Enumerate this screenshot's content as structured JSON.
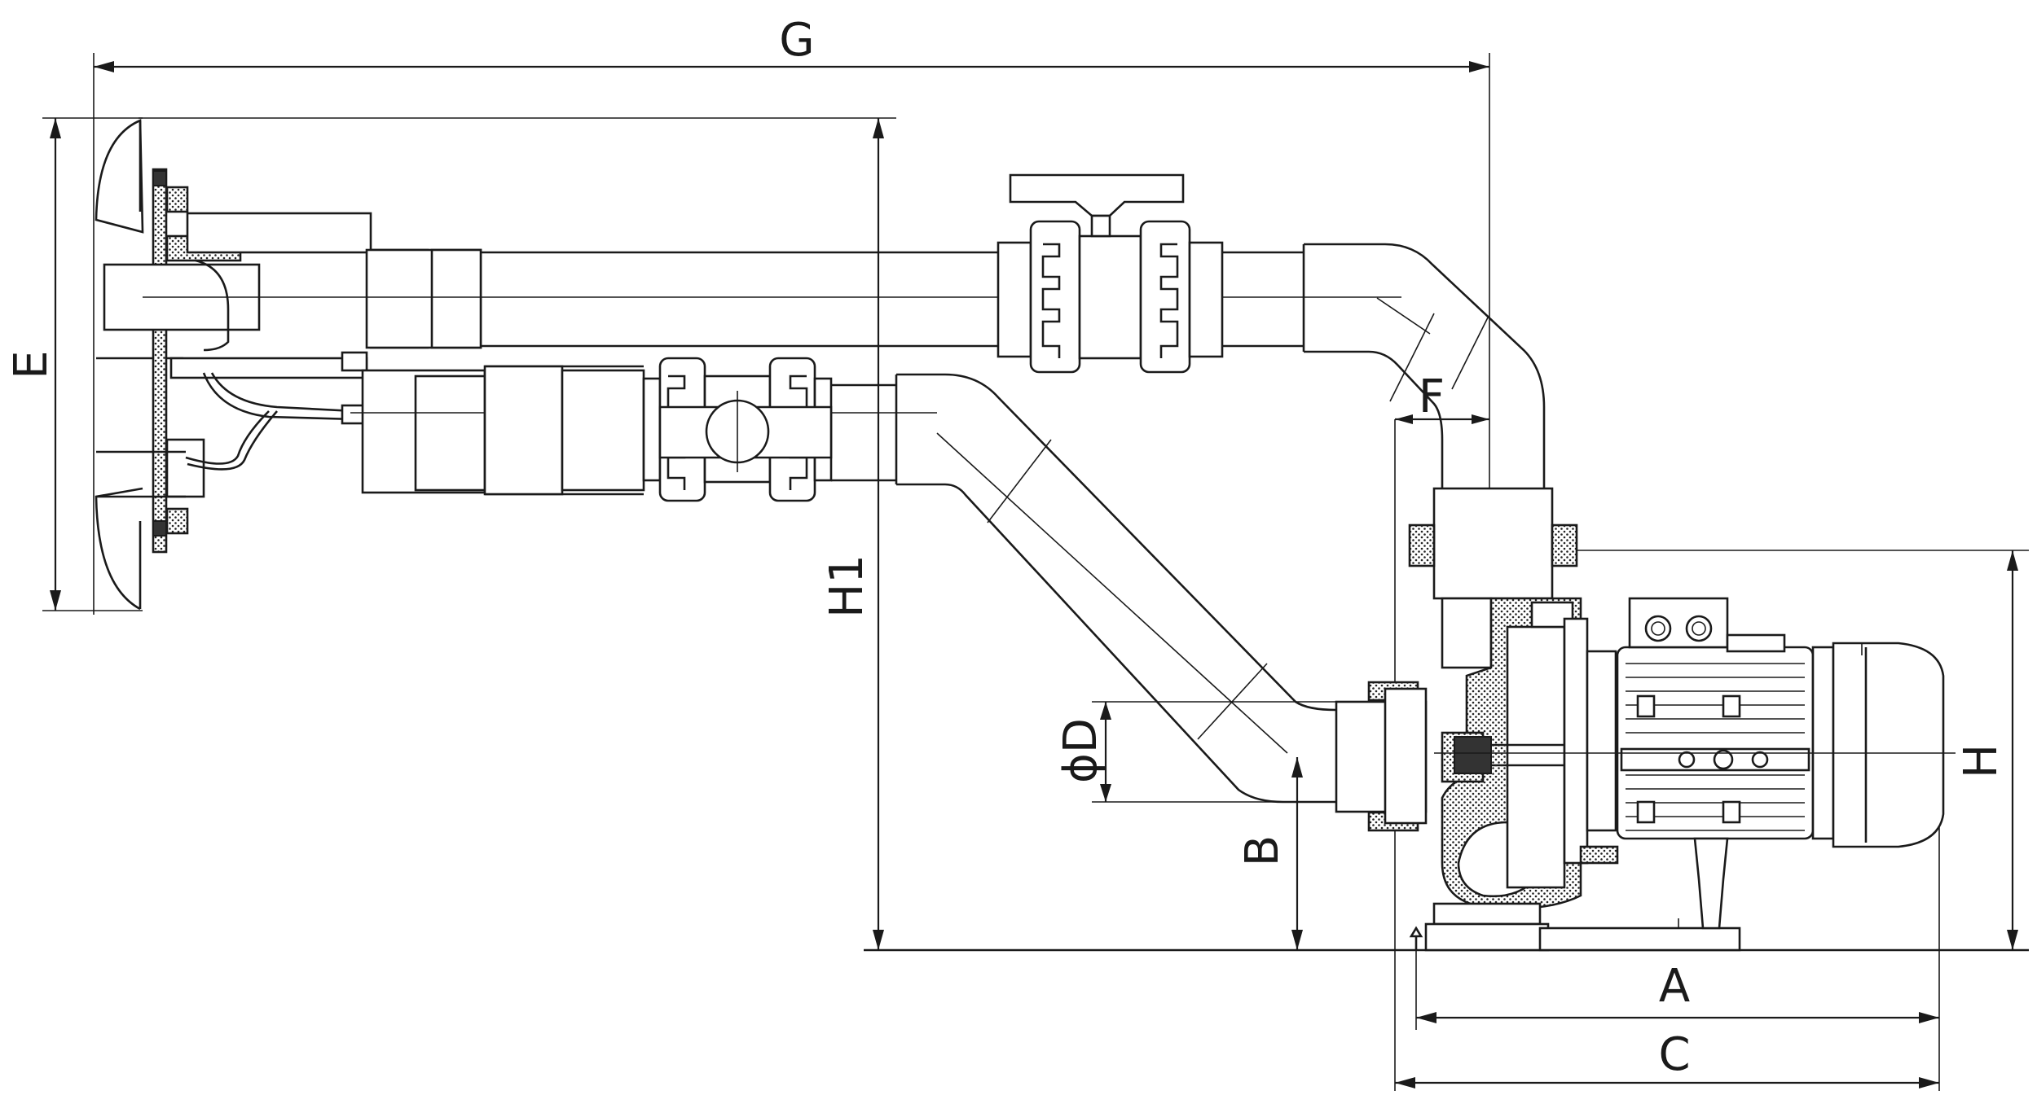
{
  "labels": {
    "G": "G",
    "E": "E",
    "F": "F",
    "H1": "H1",
    "D": "ϕD",
    "B": "B",
    "H": "H",
    "A": "A",
    "C": "C"
  },
  "colors": {
    "line": "#1a1a1a",
    "background": "#ffffff"
  }
}
